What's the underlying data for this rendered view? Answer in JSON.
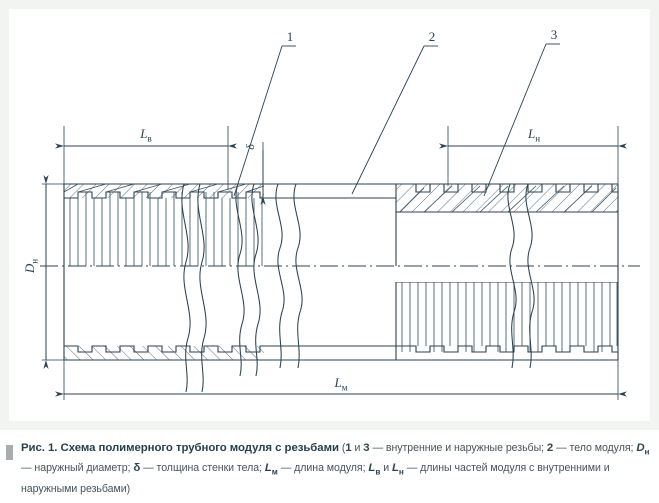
{
  "figure": {
    "callouts": [
      {
        "id": "1",
        "label": "1"
      },
      {
        "id": "2",
        "label": "2"
      },
      {
        "id": "3",
        "label": "3"
      }
    ],
    "dimensions": {
      "left_length": {
        "symbol": "L",
        "sub": "в",
        "label": "Lв"
      },
      "right_length": {
        "symbol": "L",
        "sub": "н",
        "label": "Lн"
      },
      "total_length": {
        "symbol": "L",
        "sub": "м",
        "label": "Lм"
      },
      "outer_diameter": {
        "symbol": "D",
        "sub": "н",
        "label": "Dн"
      },
      "wall_thickness": {
        "symbol": "δ",
        "label": "δ"
      }
    }
  },
  "caption": {
    "bullet": "caption-bar",
    "figure_number": "Рис. 1.",
    "title": "Схема полимерного трубного модуля с резьбами",
    "open_paren": "(",
    "seg1_num_a": "1",
    "seg1_and": " и ",
    "seg1_num_b": "3",
    "seg1_text": " — внутренние и наружные резьбы; ",
    "seg2_num": "2",
    "seg2_text": " — тело модуля; ",
    "seg3_sym": "D",
    "seg3_sub": "н",
    "seg3_text": " — наружный диаметр; ",
    "seg4_sym": "δ",
    "seg4_text": " — толщина стенки тела; ",
    "seg5_sym": "L",
    "seg5_sub": "м",
    "seg5_text": " — длина модуля; ",
    "seg6_sym": "L",
    "seg6_sub": "в",
    "seg6_and": " и ",
    "seg7_sym": "L",
    "seg7_sub": "н",
    "seg8_text": " — длины частей модуля с внутренними и наружными резьбами)"
  },
  "colors": {
    "line": "#2b4250",
    "hatch": "#3a5566",
    "caption_title": "#27404f",
    "caption_body": "#46535b",
    "bullet": "#a7adad",
    "frame": "#f2f4f2",
    "background": "#ffffff"
  }
}
